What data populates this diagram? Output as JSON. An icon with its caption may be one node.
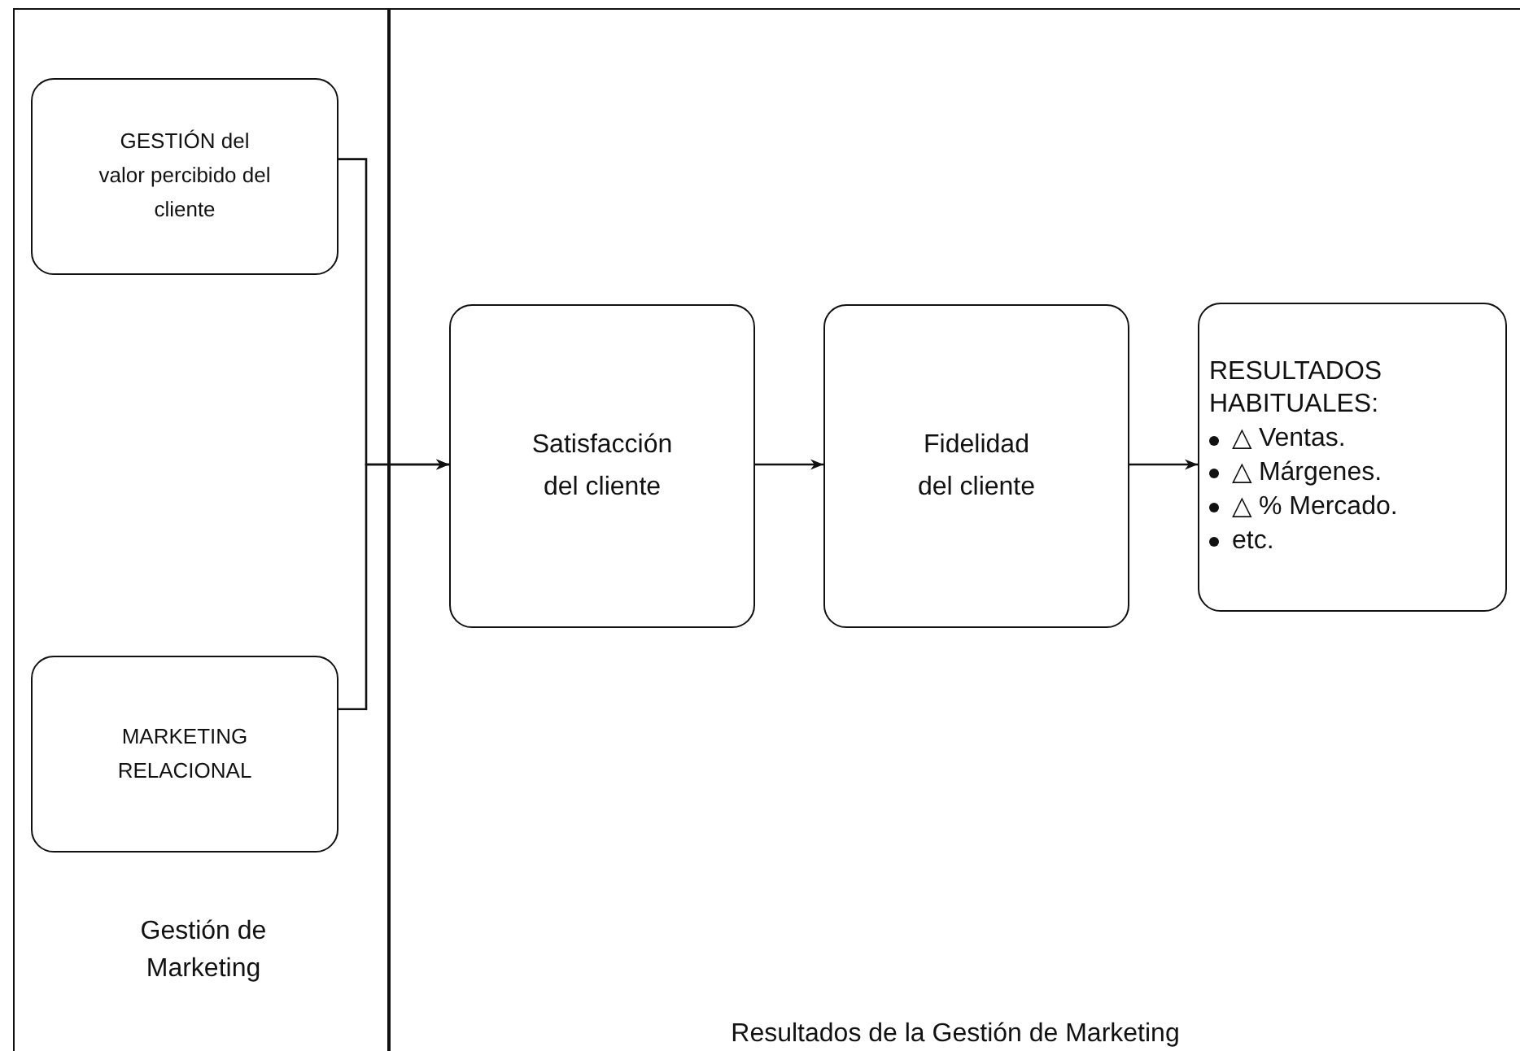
{
  "diagram": {
    "nodes": [
      {
        "text": [
          "Gestión de Marketing"
        ]
      },
      {
        "text": [
          "GESTIÓN del valor percibido del cliente"
        ],
        "in": 0
      },
      {
        "text": [
          "MARKETING RELACIONAL"
        ],
        "in": 0
      },
      {
        "text": [
          "Resultados de la Gestión de Marketing"
        ]
      },
      {
        "text": [
          "Satisfacción del cliente"
        ],
        "in": 3
      },
      {
        "text": [
          "Fidelidad del cliente"
        ],
        "in": 3
      },
      {
        "text": [
          "RESULTADOS HABITUALES:",
          "△ Ventas.",
          "△ Márgenes.",
          "△ % Mercado.",
          "etc."
        ],
        "in": 3
      }
    ],
    "edges": [
      {
        "from": 1,
        "to": 4,
        "arrow": "to"
      },
      {
        "from": 2,
        "to": 4,
        "arrow": "to"
      },
      {
        "from": 4,
        "to": 5,
        "arrow": "to"
      },
      {
        "from": 5,
        "to": 6,
        "arrow": "to"
      }
    ]
  }
}
